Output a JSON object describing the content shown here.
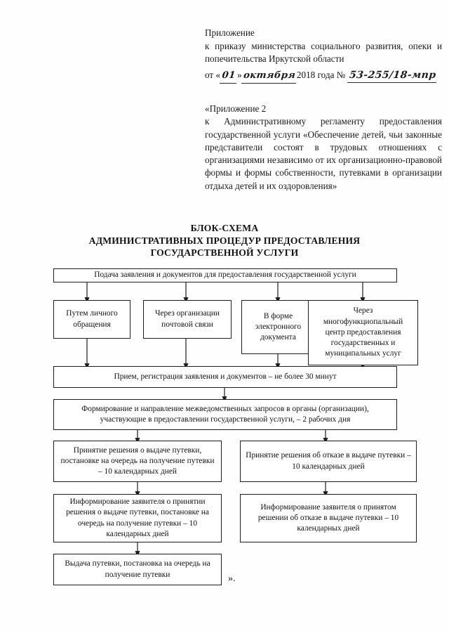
{
  "header": {
    "appendix_word": "Приложение",
    "line_to_order": "к приказу министерства социального развития, опеки и попечительства Иркутской области",
    "date_prefix": "от «",
    "date_day": "01",
    "date_quote_close": "»",
    "date_month": "октября",
    "date_year": "2018 года",
    "number_label": "№",
    "order_number": "53-255/18-мпр"
  },
  "appendix": {
    "title": "«Приложение 2",
    "body": "к Административному регламенту предоставления государственной услуги «Обеспечение детей, чьи законные представители состоят в трудовых отношениях с организациями независимо от их организационно-правовой формы и формы собственности, путевками в организации отдыха детей и их оздоровления»"
  },
  "title": {
    "line1": "БЛОК-СХЕМА",
    "line2": "АДМИНИСТРАТИВНЫХ ПРОЦЕДУР ПРЕДОСТАВЛЕНИЯ",
    "line3": "ГОСУДАРСТВЕННОЙ УСЛУГИ"
  },
  "flowchart": {
    "closing_quote": "».",
    "nodes": {
      "submission": "Подача заявления и документов для предоставления государственной услуги",
      "channel_personal": "Путем личного обращения",
      "channel_post": "Через организации почтовой связи",
      "channel_electronic": "В форме электронного документа",
      "channel_mfc": "Через многофункциопальный центр предоставления государственных и муниципальных услуг",
      "reception": "Прием, регистрация заявления и документов – не более 30 минут",
      "interagency": "Формирование и направление межведомственных запросов в органы (организации), участвующие в предоставлении государственной услуги,  – 2 рабочих дня",
      "decision_grant": "Принятие решения о выдаче путевки, постановке на очередь на получение путевки – 10 календарных дней",
      "decision_refuse": "Принятие решения об отказе в выдаче путевки – 10 календарных дней",
      "inform_grant": "Информирование заявителя о принятии решения о выдаче путевки, постановке на очередь на получение путевки – 10 календарных дней",
      "inform_refuse": "Информирование заявителя о принятом решении об отказе в выдаче путевки – 10 календарных дней",
      "issue": "Выдача путевки, постановка на очередь на получение путевки"
    }
  }
}
